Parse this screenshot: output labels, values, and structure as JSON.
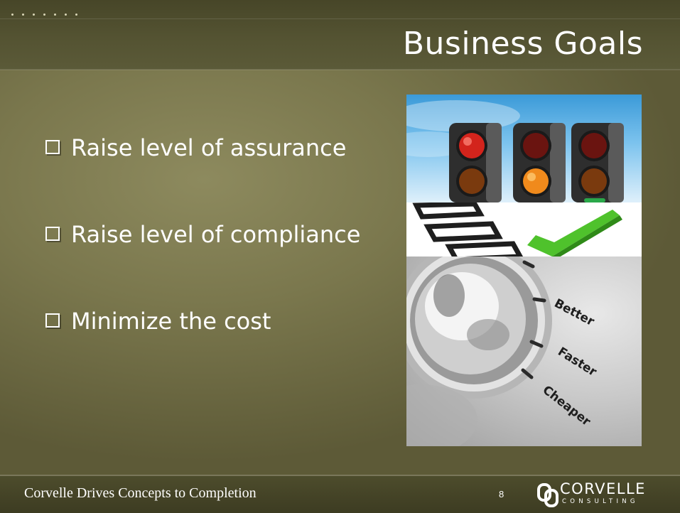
{
  "slide": {
    "title": "Business Goals",
    "bullets": [
      {
        "text": "Raise level of assurance"
      },
      {
        "text": "Raise level of compliance"
      },
      {
        "text": "Minimize the cost"
      }
    ],
    "images": {
      "dial_labels": [
        "Better",
        "Faster",
        "Cheaper"
      ]
    },
    "footer": {
      "tagline": "Corvelle Drives Concepts to Completion",
      "page_number": "8",
      "logo_name": "CORVELLE",
      "logo_sub": "CONSULTING"
    }
  }
}
